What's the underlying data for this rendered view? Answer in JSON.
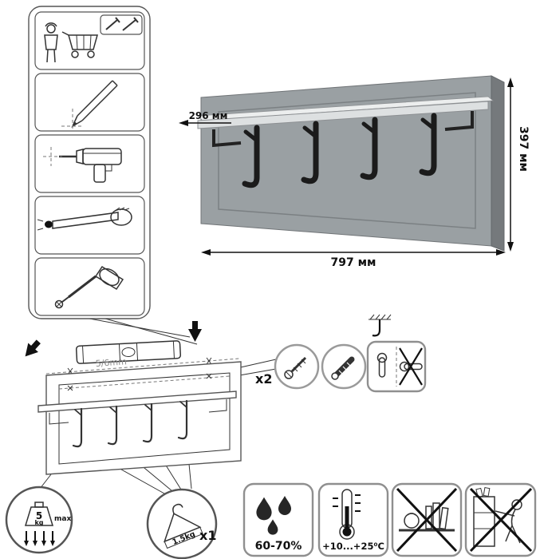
{
  "dimensions": {
    "depth": "296 мм",
    "height": "397 мм",
    "width": "797 мм"
  },
  "installation": {
    "drill_size": "5/6mm",
    "fasteners_qty": "x2"
  },
  "load_limits": {
    "shelf_max_value": "5",
    "shelf_max_unit": "kg",
    "shelf_max_word": "max",
    "hook_max": "1.5kg",
    "hook_qty": "x1"
  },
  "environment": {
    "humidity": "60-70%",
    "temperature": "+10...+25⁰C"
  },
  "steps_panel": {
    "steps": [
      {
        "icon": "person-shopping-cart-icon"
      },
      {
        "icon": "pencil-marking-icon"
      },
      {
        "icon": "drill-icon"
      },
      {
        "icon": "wall-plug-insert-icon"
      },
      {
        "icon": "screwdriver-icon"
      }
    ]
  },
  "callout_icons": {
    "fastener_1": "screw-icon",
    "fastener_2": "wall-plug-icon",
    "bracket": "keyhole-bracket-orientation-icon",
    "hook": "wall-hook-icon"
  },
  "badge_icons": {
    "shelf_limit": "weight-icon",
    "hook_limit": "clothes-hanger-icon",
    "humidity": "water-drops-icon",
    "temperature": "thermometer-icon",
    "no_heavy": "no-heavy-objects-icon",
    "no_pull": "no-climbing-pulling-icon"
  }
}
